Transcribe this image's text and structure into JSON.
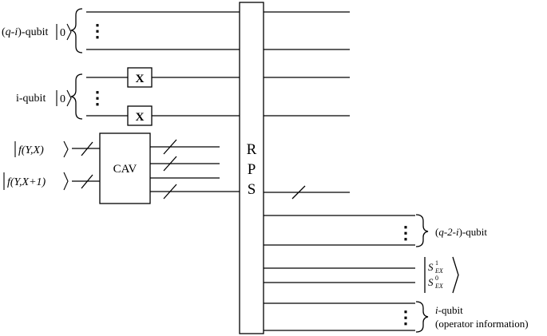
{
  "left_inputs": {
    "top_group": {
      "label_italic": "q-i",
      "label_suffix": "-qubit",
      "ket": "0"
    },
    "mid_group": {
      "label_prefix": "i-qubit",
      "ket": "0"
    },
    "f1": "f(Y,X)",
    "f2": "f(Y,X+1)"
  },
  "gates": {
    "x_gate": "X",
    "cav": "CAV"
  },
  "rps_box": {
    "letters": [
      "R",
      "P",
      "S"
    ]
  },
  "right_outputs": {
    "group_q2i": {
      "label_italic": "q-2-i",
      "label_suffix": "-qubit"
    },
    "s1": {
      "base": "S",
      "sup": "1",
      "sub": "EX"
    },
    "s0": {
      "base": "S",
      "sup": "0",
      "sub": "EX"
    },
    "i_qubit": {
      "label_italic": "i",
      "label_suffix": "-qubit",
      "note": "(operator information)"
    }
  },
  "ellipsis": "⋮"
}
